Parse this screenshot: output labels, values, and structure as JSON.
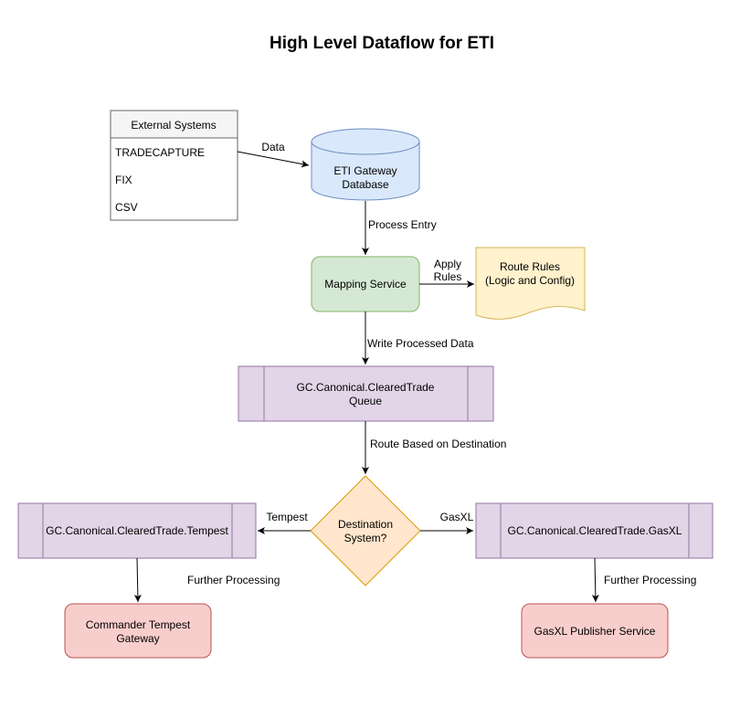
{
  "title": "High Level Dataflow for ETI",
  "external_systems": {
    "header": "External Systems",
    "items": [
      "TRADECAPTURE",
      "FIX",
      "CSV"
    ]
  },
  "gateway_db": {
    "line1": "ETI Gateway",
    "line2": "Database"
  },
  "mapping_service": {
    "label": "Mapping Service"
  },
  "route_rules": {
    "line1": "Route Rules",
    "line2": "(Logic and Config)"
  },
  "canonical_queue": {
    "line1": "GC.Canonical.ClearedTrade",
    "line2": "Queue"
  },
  "decision": {
    "line1": "Destination",
    "line2": "System?"
  },
  "tempest_queue": {
    "label": "GC.Canonical.ClearedTrade.Tempest"
  },
  "gasxl_queue": {
    "label": "GC.Canonical.ClearedTrade.GasXL"
  },
  "tempest_gateway": {
    "line1": "Commander Tempest",
    "line2": "Gateway"
  },
  "gasxl_service": {
    "label": "GasXL Publisher Service"
  },
  "edges": {
    "data": "Data",
    "process_entry": "Process Entry",
    "apply_rules_1": "Apply",
    "apply_rules_2": "Rules",
    "write_processed": "Write Processed Data",
    "route_destination": "Route Based on Destination",
    "tempest": "Tempest",
    "gasxl": "GasXL",
    "further_left": "Further Processing",
    "further_right": "Further Processing"
  },
  "colors": {
    "db_fill": "#dae8fc",
    "db_stroke": "#6c8ebf",
    "service_fill": "#d5e8d4",
    "service_stroke": "#82b366",
    "doc_fill": "#fff2cc",
    "doc_stroke": "#d6b656",
    "queue_fill": "#e1d5e7",
    "queue_stroke": "#9673a6",
    "decision_fill": "#ffe6cc",
    "decision_stroke": "#d79b00",
    "target_fill": "#f8cecc",
    "target_stroke": "#b85450"
  }
}
